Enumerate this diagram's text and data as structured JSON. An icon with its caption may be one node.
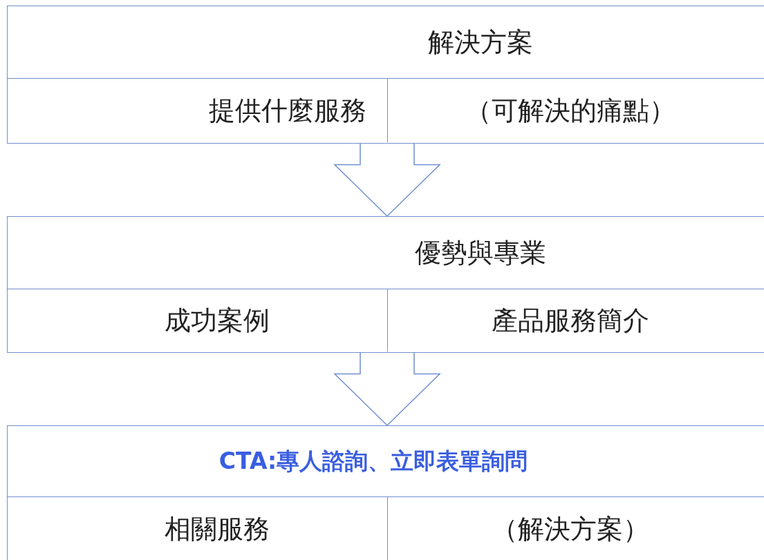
{
  "diagram": {
    "nodes": [
      {
        "text": [],
        "shape": "box"
      },
      {
        "text": [
          "解決方案"
        ],
        "in": 0
      },
      {
        "text": [
          "提供什麼服務"
        ],
        "in": 0
      },
      {
        "text": [
          "（可解決的痛點）"
        ],
        "in": 0
      },
      {
        "text": [],
        "shape": "box"
      },
      {
        "text": [
          "優勢與專業"
        ],
        "in": 4
      },
      {
        "text": [
          "成功案例"
        ],
        "in": 4
      },
      {
        "text": [
          "產品服務簡介"
        ],
        "in": 4
      },
      {
        "text": [],
        "shape": "box"
      },
      {
        "text": [
          "CTA:專人諮詢、立即表單詢問"
        ],
        "in": 8
      },
      {
        "text": [
          "相關服務"
        ],
        "in": 8
      },
      {
        "text": [
          "（解決方案）"
        ],
        "in": 8
      }
    ],
    "edges": [
      {
        "from": 0,
        "to": 4,
        "arrow": "to"
      },
      {
        "from": 4,
        "to": 8,
        "arrow": "to"
      }
    ]
  }
}
